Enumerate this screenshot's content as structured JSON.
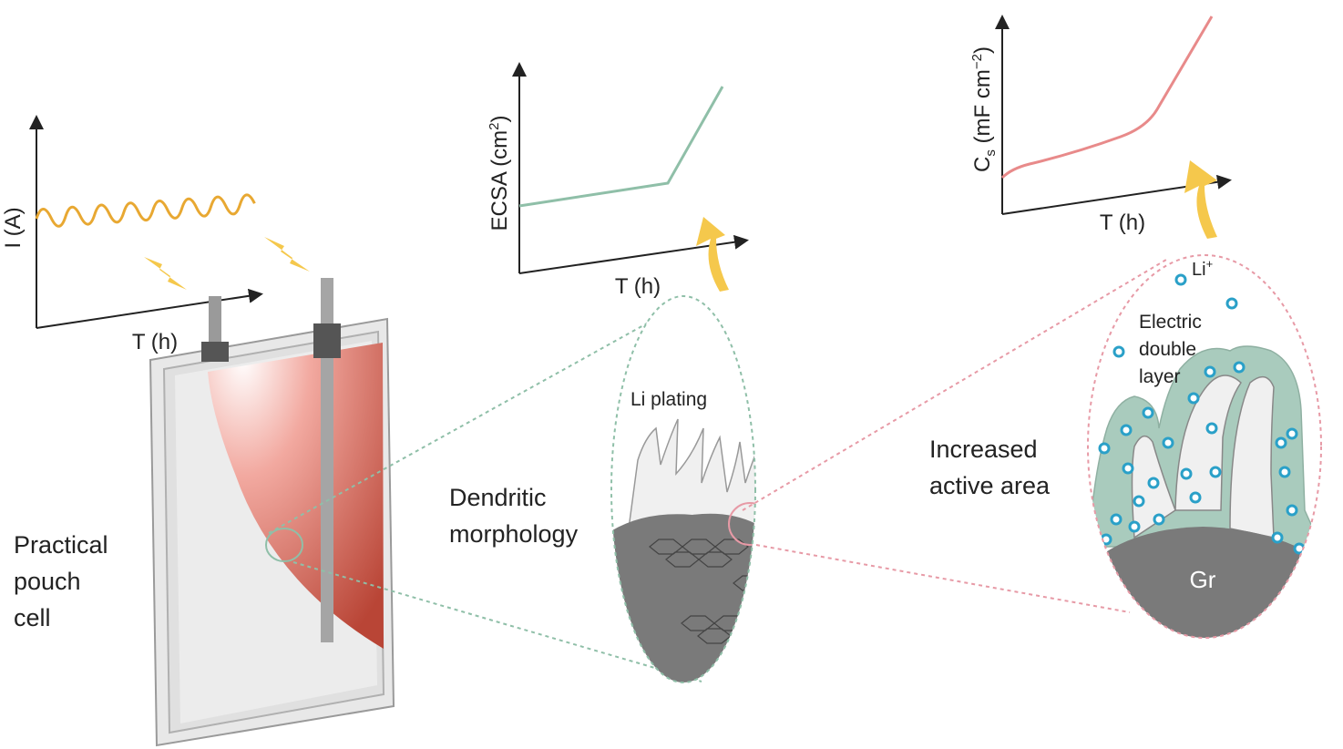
{
  "plot_current": {
    "ylabel": "I (A)",
    "xlabel": "T (h)"
  },
  "plot_ecsa": {
    "ylabel_main": "ECSA (cm",
    "ylabel_sup": "2",
    "ylabel_end": ")",
    "xlabel": "T (h)"
  },
  "plot_cs": {
    "ylabel_c": "C",
    "ylabel_sub": "s",
    "ylabel_unit": " (mF cm",
    "ylabel_sup": "−2",
    "ylabel_end": ")",
    "xlabel": "T (h)"
  },
  "labels": {
    "pouch_1": "Practical",
    "pouch_2": "pouch",
    "pouch_3": "cell",
    "dendritic_1": "Dendritic",
    "dendritic_2": "morphology",
    "li_plating": "Li plating",
    "increased_1": "Increased",
    "increased_2": "active area",
    "li_ion": "Li",
    "li_ion_sup": "+",
    "edl_1": "Electric",
    "edl_2": "double",
    "edl_3": "layer",
    "graphite": "Gr"
  },
  "colors": {
    "current_wave": "#e8a832",
    "ecsa_line": "#8fbfa8",
    "cs_line": "#e88a8a",
    "arrow": "#f5c84c",
    "cell_red": "#c94a3c",
    "green_zoom": "#8fbfa8",
    "pink_zoom": "#e79aa6",
    "graphite": "#7a7a7a",
    "ion": "#2aa0c8"
  }
}
